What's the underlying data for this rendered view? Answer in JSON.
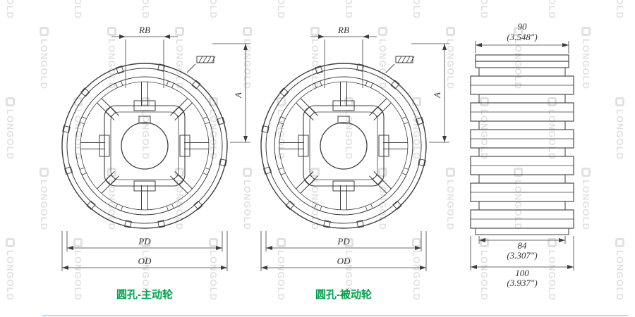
{
  "watermark": {
    "text": "LONGOLD"
  },
  "wheels": [
    {
      "caption": "圆孔-主动轮",
      "dim_rb": "RB",
      "dim_a": "A",
      "dim_pd": "PD",
      "dim_od": "OD"
    },
    {
      "caption": "圆孔-被动轮",
      "dim_rb": "RB",
      "dim_a": "A",
      "dim_pd": "PD",
      "dim_od": "OD"
    }
  ],
  "side_view": {
    "width_top_mm": "90",
    "width_top_in": "(3.548\")",
    "width_hub_mm": "84",
    "width_hub_in": "(3.307\")",
    "width_outer_mm": "100",
    "width_outer_in": "(3.937\")"
  },
  "colors": {
    "line": "#3d3d3d",
    "dimension": "#444444",
    "caption_green": "#00A04A",
    "watermark": "#e1e1e1"
  }
}
